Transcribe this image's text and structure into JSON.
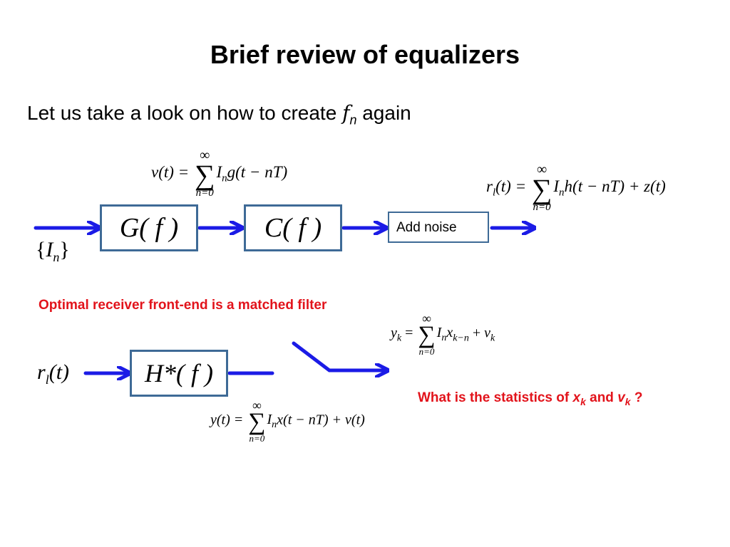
{
  "title": "Brief review of equalizers",
  "subtitle": {
    "prefix": "Let us take a look on how to create ",
    "symbol": "f",
    "subscript": "n",
    "suffix": " again"
  },
  "blocks": {
    "g": "G( f )",
    "c": "C( f )",
    "noise": "Add noise",
    "h": "H*( f )"
  },
  "input_label": {
    "open": "{",
    "sym": "I",
    "sub": "n",
    "close": "}"
  },
  "rl_label": {
    "sym": "r",
    "sub": "l",
    "arg": "(t)"
  },
  "eq_v": {
    "lhs": "v(t) =",
    "top": "∞",
    "sig": "∑",
    "bot": "n=0",
    "rhs": "Inng(t − nT)"
  },
  "eq_r": {
    "lhs": "r",
    "lhs_sub": "l",
    "lhs_arg": "(t) =",
    "top": "∞",
    "sig": "∑",
    "bot": "n=0",
    "rhs": "h(t − nT) + z(t)"
  },
  "eq_y": {
    "lhs": "y",
    "lhs_sub": "k",
    "eq": " =",
    "top": "∞",
    "sig": "∑",
    "bot": "n=0",
    "rhs_x_sub": "k−n",
    "rhs_v_sub": "k"
  },
  "eq_yt": {
    "lhs": "y(t) =",
    "top": "∞",
    "sig": "∑",
    "bot": "n=0",
    "rhs": "x(t − nT) + v(t)"
  },
  "matched_filter_note": "Optimal receiver front-end is a matched filter",
  "question": {
    "prefix": "What is the statistics of ",
    "x": "x",
    "x_sub": "k",
    "and": " and ",
    "v": "v",
    "v_sub": "k",
    "suffix": " ?"
  },
  "colors": {
    "arrow": "#1b1be6",
    "block_border": "#3e6a96",
    "red": "#e2131b"
  }
}
